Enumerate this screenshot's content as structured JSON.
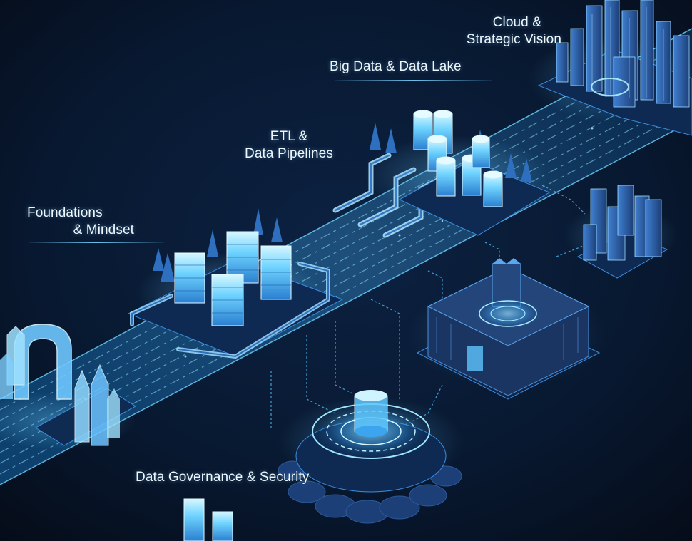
{
  "labels": {
    "cloud": {
      "line1": "Cloud &",
      "line2": "Strategic Vision"
    },
    "big_data": "Big Data  & Data Lake",
    "etl": {
      "line1": "ETL &",
      "line2": "Data Pipelines"
    },
    "foundations": {
      "line1": "Foundations",
      "line2": "& Mindset"
    },
    "governance": "Data Governance & Security"
  },
  "colors": {
    "background": "#06101f",
    "glow": "#5cc8ff",
    "structure": "#1f3f72",
    "label_text": "#eef7ff"
  }
}
